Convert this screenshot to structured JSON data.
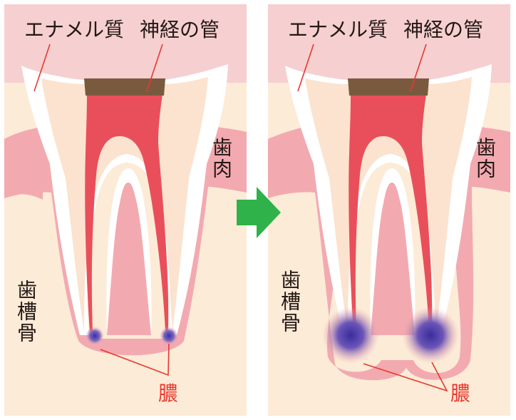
{
  "panels": [
    {
      "enamel_label": "エナメル質",
      "nerve_label": "神経の管",
      "gum_label": "歯肉",
      "bone_label": "歯槽骨",
      "pus_label": "膿"
    },
    {
      "enamel_label": "エナメル質",
      "nerve_label": "神経の管",
      "gum_label": "歯肉",
      "bone_label": "歯槽骨",
      "pus_label": "膿"
    }
  ],
  "arrow_icon": "right-arrow-icon",
  "colors": {
    "background_pink": "#f6cfd0",
    "bone": "#fcebd7",
    "gum": "#f2aab0",
    "enamel": "#ffffff",
    "dentin": "#fbe3cf",
    "nerve": "#e94f5a",
    "filling": "#7a5a3f",
    "pus_core": "#4a3da6",
    "arrow": "#2fb24a",
    "label_line": "#e8382f"
  }
}
